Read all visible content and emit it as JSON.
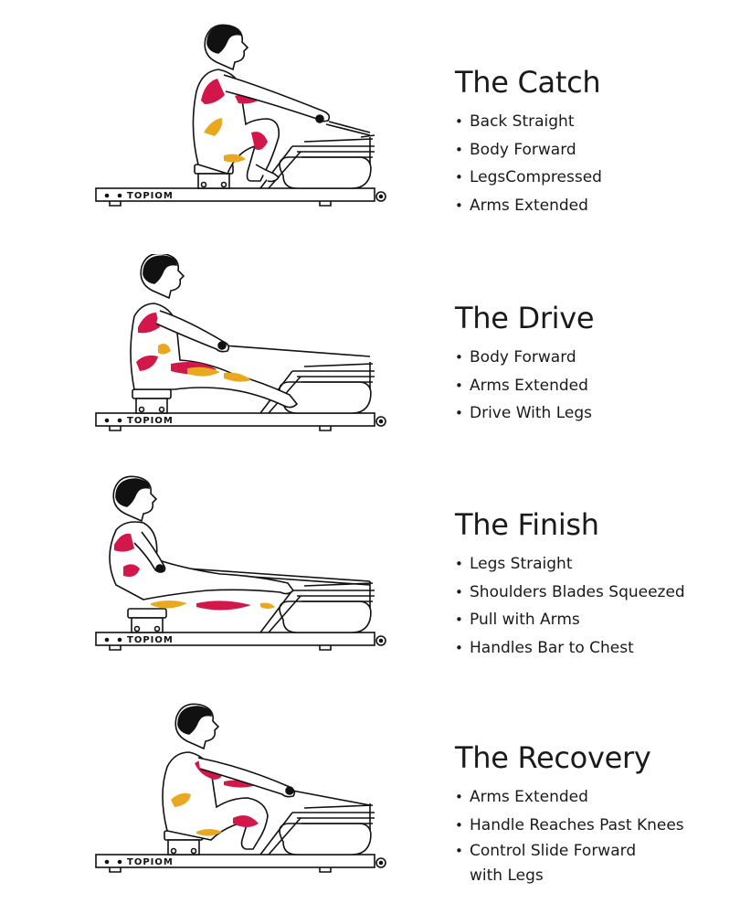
{
  "colors": {
    "red": "#d2184a",
    "gold": "#e9a81f",
    "line": "#111111"
  },
  "steps": [
    {
      "id": "catch",
      "title": "The Catch",
      "brand": "TOPIOM",
      "items": [
        "Back Straight",
        "Body Forward",
        "LegsCompressed",
        "Arms Extended"
      ]
    },
    {
      "id": "drive",
      "title": "The Drive",
      "brand": "TOPIOM",
      "items": [
        "Body Forward",
        "Arms Extended",
        "Drive With Legs"
      ]
    },
    {
      "id": "finish",
      "title": "The Finish",
      "brand": "TOPIOM",
      "items": [
        "Legs Straight",
        "Shoulders Blades Squeezed",
        "Pull with Arms",
        "Handles Bar to Chest"
      ]
    },
    {
      "id": "recovery",
      "title": "The Recovery",
      "brand": "TOPIOM",
      "items": [
        "Arms Extended",
        "Handle Reaches Past Knees",
        "Control Slide Forward with Legs"
      ]
    }
  ]
}
